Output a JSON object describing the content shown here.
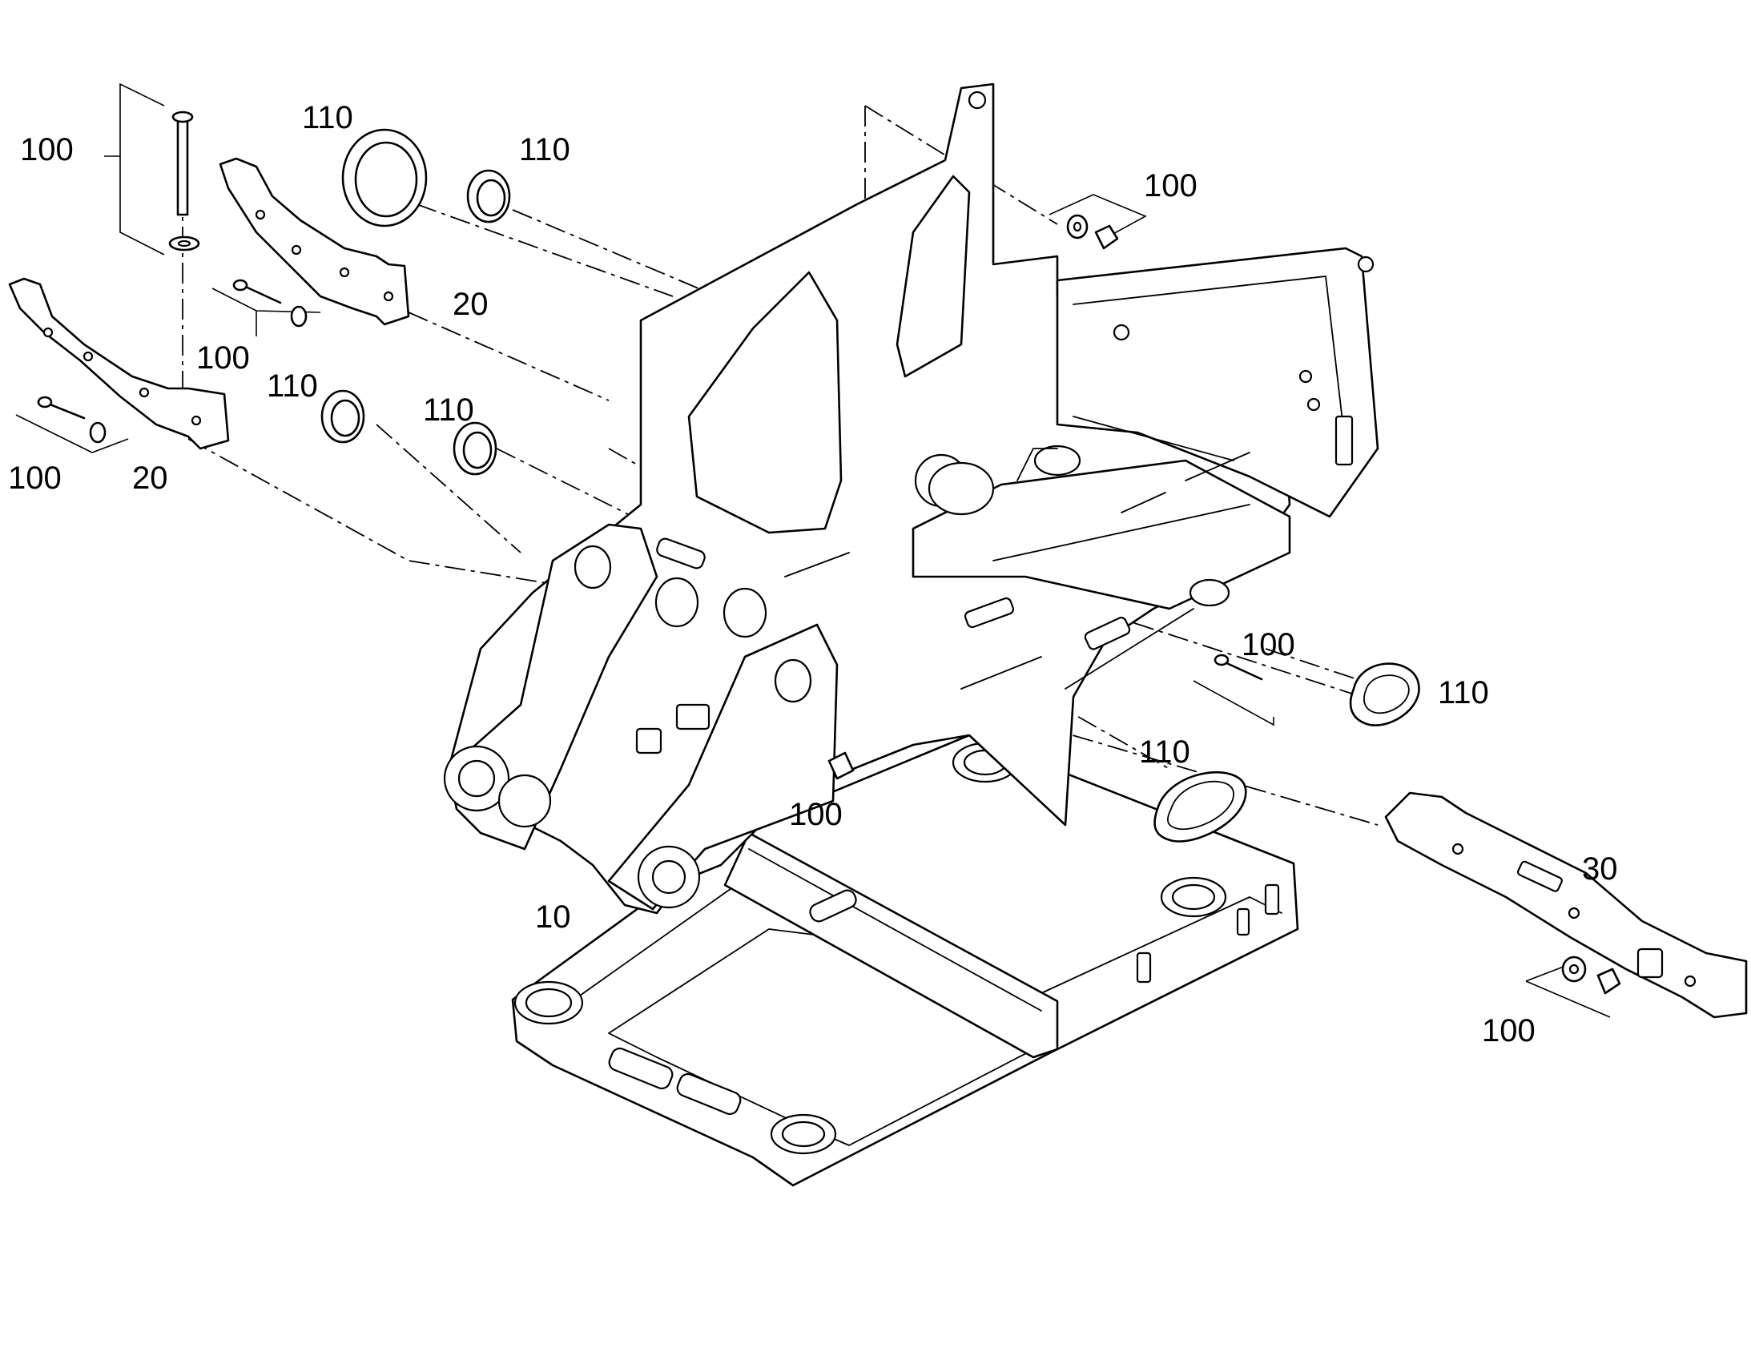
{
  "callouts": [
    {
      "id": "c1",
      "text": "100"
    },
    {
      "id": "c2",
      "text": "110"
    },
    {
      "id": "c3",
      "text": "110"
    },
    {
      "id": "c4",
      "text": "100"
    },
    {
      "id": "c5",
      "text": "20"
    },
    {
      "id": "c6",
      "text": "100"
    },
    {
      "id": "c7",
      "text": "110"
    },
    {
      "id": "c8",
      "text": "110"
    },
    {
      "id": "c9",
      "text": "100"
    },
    {
      "id": "c10",
      "text": "20"
    },
    {
      "id": "c11",
      "text": "100"
    },
    {
      "id": "c12",
      "text": "110"
    },
    {
      "id": "c13",
      "text": "110"
    },
    {
      "id": "c14",
      "text": "100"
    },
    {
      "id": "c15",
      "text": "10"
    },
    {
      "id": "c16",
      "text": "30"
    },
    {
      "id": "c17",
      "text": "100"
    }
  ]
}
